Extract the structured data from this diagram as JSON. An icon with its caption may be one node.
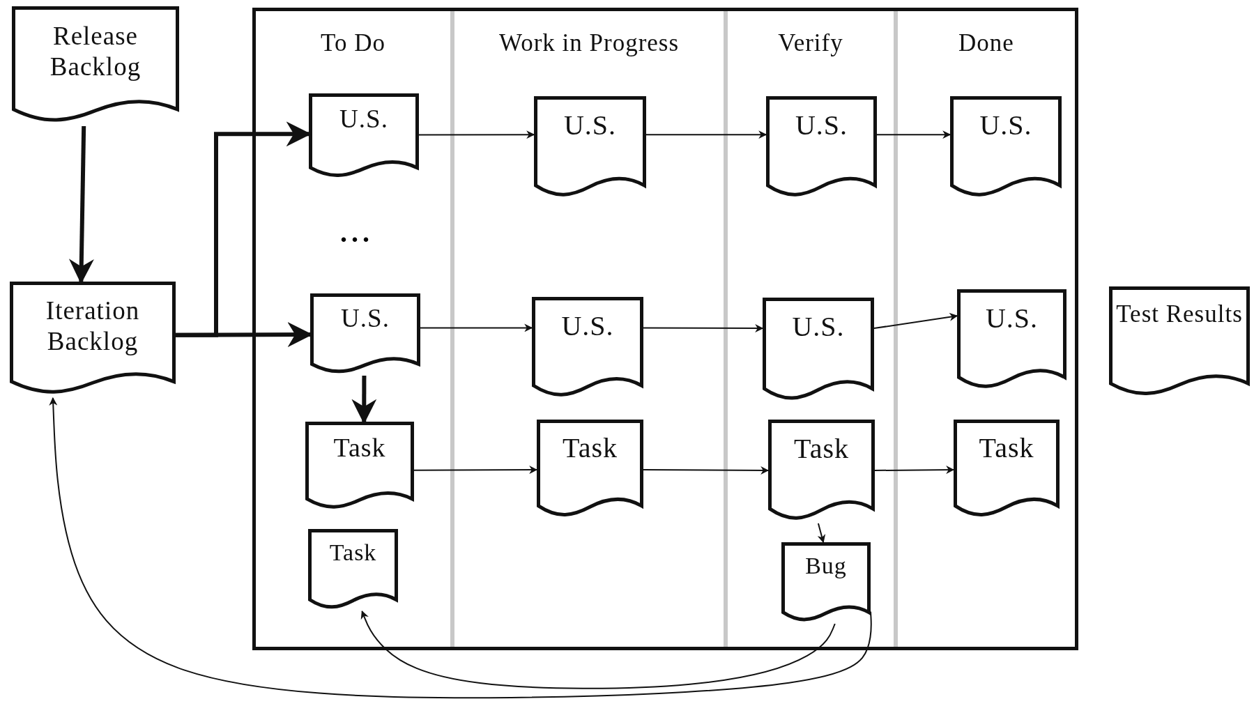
{
  "diagram": {
    "nodes": [
      {
        "text": [
          "Release Backlog"
        ]
      },
      {
        "text": [
          "Iteration Backlog"
        ]
      },
      {
        "text": [],
        "shape": "box"
      },
      {
        "text": [
          "To Do"
        ],
        "in": 2
      },
      {
        "text": [
          "Work in Progress"
        ],
        "in": 2
      },
      {
        "text": [
          "Verify"
        ],
        "in": 2
      },
      {
        "text": [
          "Done"
        ],
        "in": 2
      },
      {
        "text": [
          "U.S."
        ],
        "in": 3
      },
      {
        "text": [
          "U.S."
        ],
        "in": 4
      },
      {
        "text": [
          "U.S."
        ],
        "in": 5
      },
      {
        "text": [
          "U.S."
        ],
        "in": 6
      },
      {
        "text": [
          "U.S."
        ],
        "in": 3
      },
      {
        "text": [
          "U.S."
        ],
        "in": 4
      },
      {
        "text": [
          "U.S."
        ],
        "in": 5
      },
      {
        "text": [
          "U.S."
        ],
        "in": 6
      },
      {
        "text": [
          "Task"
        ],
        "in": 3
      },
      {
        "text": [
          "Task"
        ],
        "in": 4
      },
      {
        "text": [
          "Task"
        ],
        "in": 5
      },
      {
        "text": [
          "Task"
        ],
        "in": 6
      },
      {
        "text": [
          "Task"
        ],
        "in": 3
      },
      {
        "text": [
          "Bug"
        ],
        "in": 5
      },
      {
        "text": [
          "Test Results"
        ]
      }
    ],
    "edges": [
      {
        "from": 0,
        "to": 1,
        "arrow": "to",
        "style": "thick"
      },
      {
        "from": 1,
        "to": 7,
        "arrow": "to",
        "style": "thick"
      },
      {
        "from": 1,
        "to": 11,
        "arrow": "to",
        "style": "thick"
      },
      {
        "from": 7,
        "to": 8,
        "arrow": "to"
      },
      {
        "from": 8,
        "to": 9,
        "arrow": "to"
      },
      {
        "from": 9,
        "to": 10,
        "arrow": "to"
      },
      {
        "from": 11,
        "to": 12,
        "arrow": "to"
      },
      {
        "from": 12,
        "to": 13,
        "arrow": "to"
      },
      {
        "from": 13,
        "to": 14,
        "arrow": "to"
      },
      {
        "from": 11,
        "to": 15,
        "arrow": "to",
        "style": "thick"
      },
      {
        "from": 15,
        "to": 16,
        "arrow": "to"
      },
      {
        "from": 16,
        "to": 17,
        "arrow": "to"
      },
      {
        "from": 17,
        "to": 18,
        "arrow": "to"
      },
      {
        "from": 17,
        "to": 20,
        "arrow": "to"
      },
      {
        "from": 20,
        "to": 19,
        "arrow": "to"
      },
      {
        "from": 20,
        "to": 1,
        "arrow": "to"
      }
    ],
    "labels": [
      "..."
    ]
  }
}
